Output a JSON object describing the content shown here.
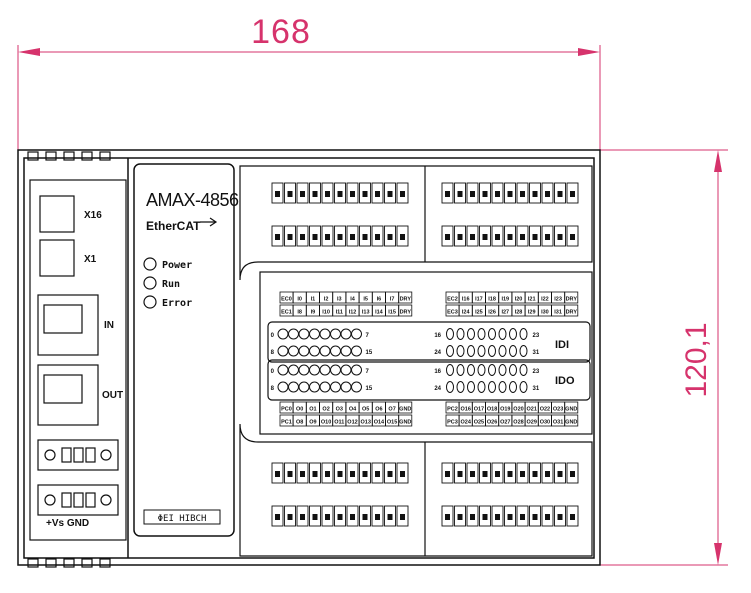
{
  "dimensions": {
    "width_label": "168",
    "height_label": "120,1",
    "color": "#d6336c"
  },
  "device": {
    "model": "AMAX-4856",
    "bus": "EtherCAT",
    "ports": {
      "x16": "X16",
      "x1": "X1",
      "eth_in": "IN",
      "eth_out": "OUT",
      "power_connector": "+Vs GND"
    },
    "leds": {
      "power": "Power",
      "run": "Run",
      "error": "Error"
    },
    "bottom_label": "ΦEI HIBCH",
    "idi_label": "IDI",
    "ido_label": "IDO",
    "idi_rows": [
      {
        "left": "0",
        "right": "7"
      },
      {
        "left": "8",
        "right": "15"
      }
    ],
    "idi_rows_right": [
      {
        "left": "16",
        "right": "23"
      },
      {
        "left": "24",
        "right": "31"
      }
    ],
    "ido_rows": [
      {
        "left": "0",
        "right": "7"
      },
      {
        "left": "8",
        "right": "15"
      }
    ],
    "ido_rows_right": [
      {
        "left": "16",
        "right": "23"
      },
      {
        "left": "24",
        "right": "31"
      }
    ],
    "terminal_rows": {
      "in_left_top": [
        "EC0",
        "I0",
        "I1",
        "I2",
        "I3",
        "I4",
        "I5",
        "I6",
        "I7",
        "DRY"
      ],
      "in_left_bot": [
        "EC1",
        "I8",
        "I9",
        "I10",
        "I11",
        "I12",
        "I13",
        "I14",
        "I15",
        "DRY"
      ],
      "in_right_top": [
        "EC2",
        "I16",
        "I17",
        "I18",
        "I19",
        "I20",
        "I21",
        "I22",
        "I23",
        "DRY"
      ],
      "in_right_bot": [
        "EC3",
        "I24",
        "I25",
        "I26",
        "I27",
        "I28",
        "I29",
        "I30",
        "I31",
        "DRY"
      ],
      "out_left_top": [
        "PC0",
        "O0",
        "O1",
        "O2",
        "O3",
        "O4",
        "O5",
        "O6",
        "O7",
        "GND"
      ],
      "out_left_bot": [
        "PC1",
        "O8",
        "O9",
        "O10",
        "O11",
        "O12",
        "O13",
        "O14",
        "O15",
        "GND"
      ],
      "out_right_top": [
        "PC2",
        "O16",
        "O17",
        "O18",
        "O19",
        "O20",
        "O21",
        "O22",
        "O23",
        "GND"
      ],
      "out_right_bot": [
        "PC3",
        "O24",
        "O25",
        "O26",
        "O27",
        "O28",
        "O29",
        "O30",
        "O31",
        "GND"
      ]
    }
  }
}
